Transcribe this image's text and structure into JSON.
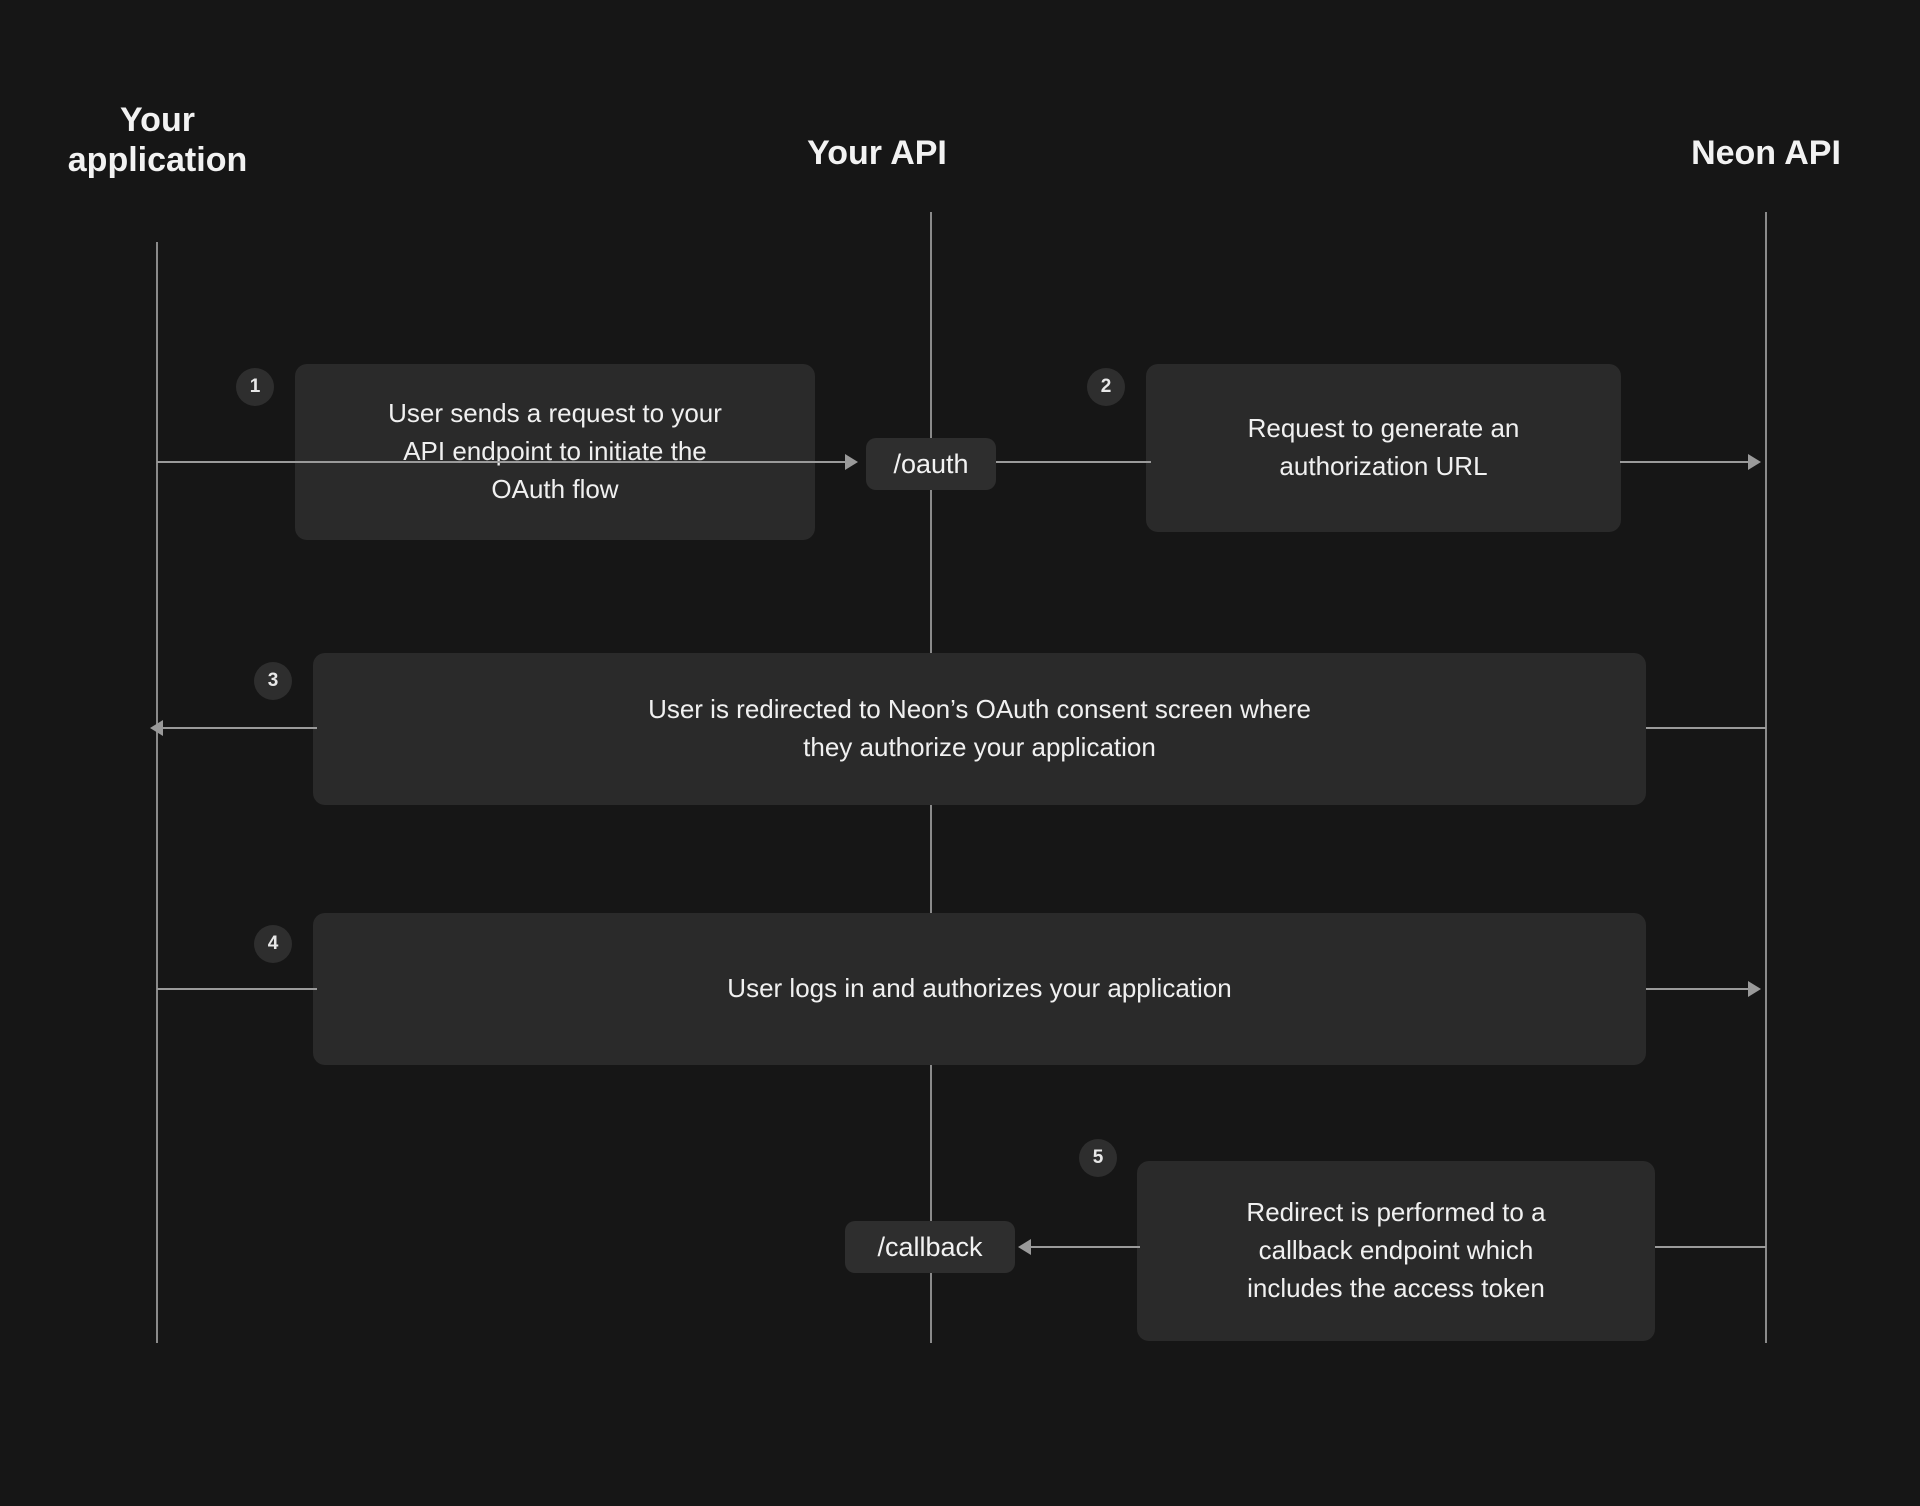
{
  "diagram": {
    "title": "Neon OAuth flow sequence diagram",
    "background_color": "#161616",
    "box_color": "#2a2a2a",
    "pill_color": "#2e2e2e",
    "line_color": "#9a9a9a",
    "text_color": "#f0f0f0"
  },
  "lifelines": [
    {
      "id": "your-application",
      "label": "Your\napplication"
    },
    {
      "id": "your-api",
      "label": "Your API"
    },
    {
      "id": "neon-api",
      "label": "Neon API"
    }
  ],
  "steps": [
    {
      "number": "1",
      "text": "User sends a request to your\nAPI endpoint to initiate the\nOAuth flow",
      "from": "your-application",
      "to": "your-api",
      "direction": "right"
    },
    {
      "number": "2",
      "text": "Request to generate an\nauthorization URL",
      "from": "your-api",
      "to": "neon-api",
      "direction": "right"
    },
    {
      "number": "3",
      "text": "User is redirected to Neon’s OAuth consent screen where\nthey authorize your application",
      "from": "neon-api",
      "to": "your-application",
      "direction": "left"
    },
    {
      "number": "4",
      "text": "User logs in and authorizes your application",
      "from": "your-application",
      "to": "neon-api",
      "direction": "right"
    },
    {
      "number": "5",
      "text": "Redirect is performed to a\ncallback endpoint which\nincludes the access token",
      "from": "neon-api",
      "to": "your-api",
      "direction": "left"
    }
  ],
  "endpoints": [
    {
      "id": "oauth-endpoint",
      "label": "/oauth"
    },
    {
      "id": "callback-endpoint",
      "label": "/callback"
    }
  ]
}
